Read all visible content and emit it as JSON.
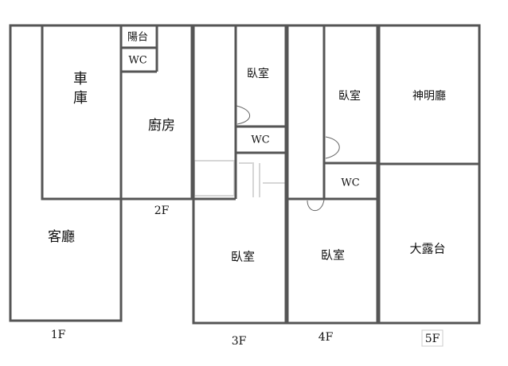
{
  "floor_labels": {
    "f1": "1F",
    "f2": "2F",
    "f3": "3F",
    "f4": "4F",
    "f5": "5F"
  },
  "rooms": {
    "garage_line1": "車",
    "garage_line2": "庫",
    "balcony": "陽台",
    "wc_2f": "WC",
    "kitchen": "廚房",
    "living_room": "客廳",
    "bedroom_3f_top": "臥室",
    "wc_3f": "WC",
    "bedroom_3f_bottom": "臥室",
    "bedroom_4f_top": "臥室",
    "wc_4f": "WC",
    "bedroom_4f_bottom": "臥室",
    "shrine_hall": "神明廳",
    "large_terrace": "大露台"
  },
  "colors": {
    "wall": "#555555",
    "text": "#111111",
    "background": "#ffffff"
  }
}
